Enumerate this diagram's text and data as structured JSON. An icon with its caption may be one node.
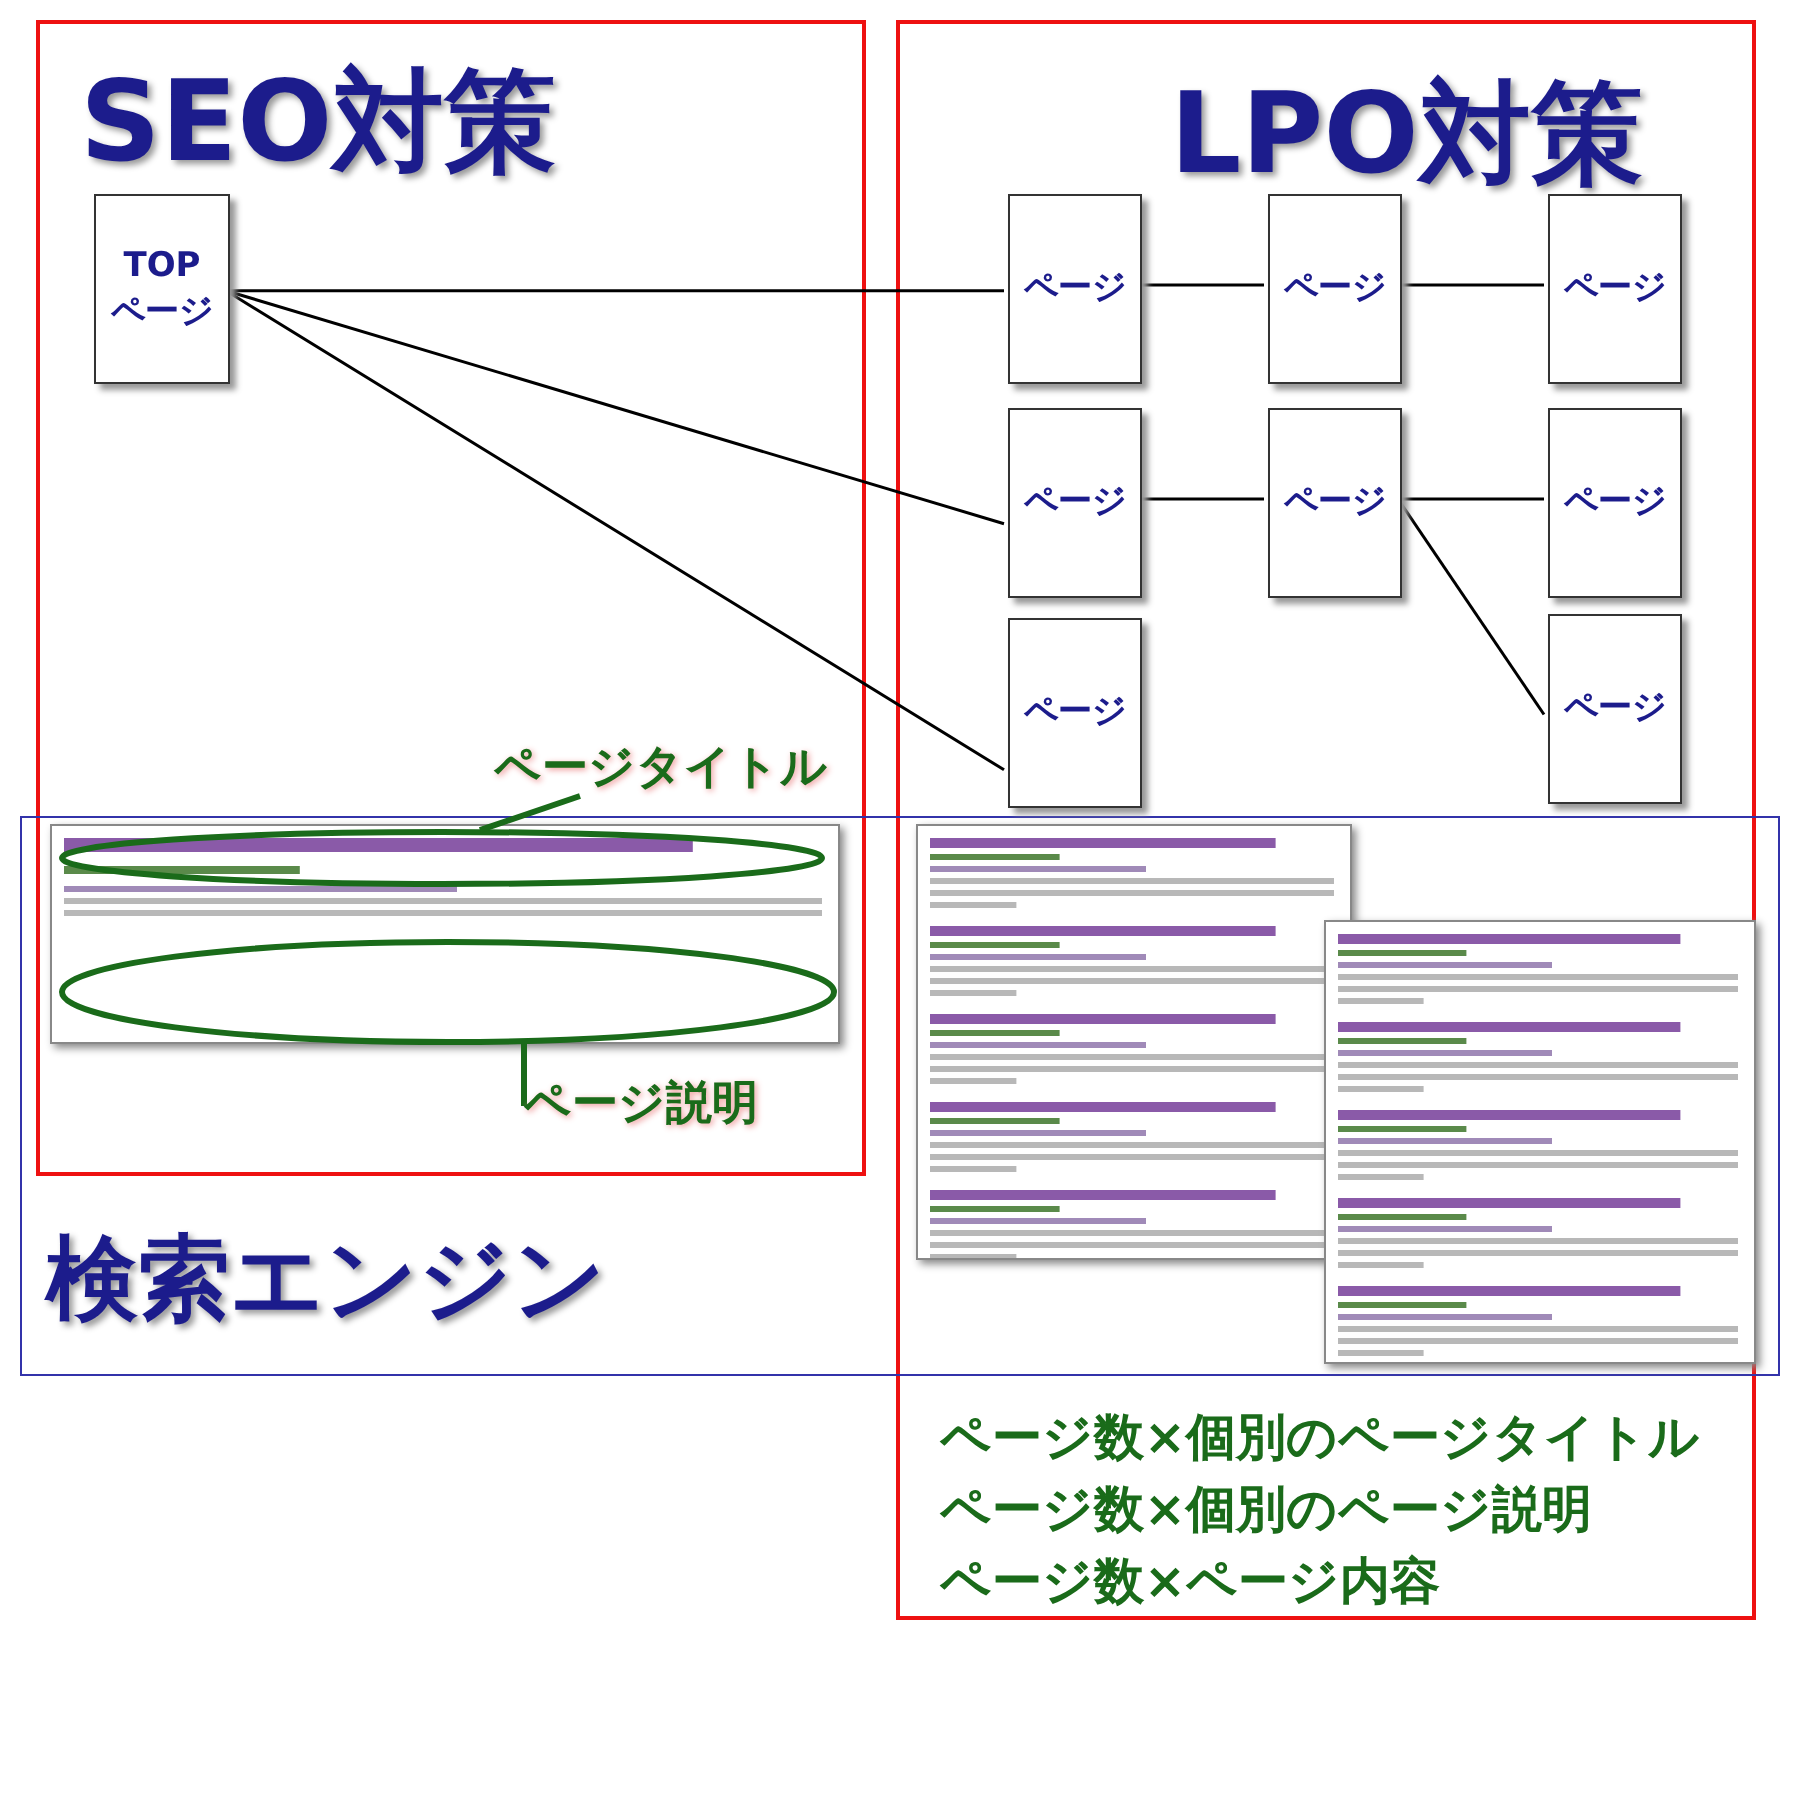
{
  "diagram": {
    "nodes": [
      {
        "text": [
          "SEO対策"
        ]
      },
      {
        "text": [
          "LPO対策",
          "ページ数×個別のページタイトル",
          "ページ数×個別のページ説明",
          "ページ数×ページ内容"
        ]
      },
      {
        "text": [
          "検索エンジン"
        ]
      },
      {
        "text": [
          "TOP ページ"
        ],
        "in": 0
      },
      {
        "text": [
          "ページ"
        ],
        "in": 1
      },
      {
        "text": [
          "ページ"
        ],
        "in": 1
      },
      {
        "text": [
          "ページ"
        ],
        "in": 1
      },
      {
        "text": [
          "ページ"
        ],
        "in": 1
      },
      {
        "text": [
          "ページ"
        ],
        "in": 1
      },
      {
        "text": [
          "ページ"
        ],
        "in": 1
      },
      {
        "text": [
          "ページ"
        ],
        "in": 1
      },
      {
        "text": [
          "ページ"
        ],
        "in": 1
      },
      {
        "text": [
          "ページタイトル"
        ],
        "in": 0
      },
      {
        "text": [
          "ページ説明"
        ]
      },
      {
        "text": [],
        "shape": "picture"
      },
      {
        "text": [],
        "shape": "ellipse",
        "in": 14
      },
      {
        "text": [],
        "shape": "ellipse",
        "in": 14
      },
      {
        "text": [],
        "shape": "picture"
      },
      {
        "text": [],
        "shape": "picture"
      }
    ],
    "edges": [
      {
        "from": 3,
        "to": 4,
        "arrow": "none"
      },
      {
        "from": 3,
        "to": 7,
        "arrow": "none"
      },
      {
        "from": 3,
        "to": 10,
        "arrow": "none"
      },
      {
        "from": 4,
        "to": 5,
        "arrow": "none"
      },
      {
        "from": 5,
        "to": 6,
        "arrow": "none"
      },
      {
        "from": 7,
        "to": 8,
        "arrow": "none"
      },
      {
        "from": 8,
        "to": 9,
        "arrow": "none"
      },
      {
        "from": 8,
        "to": 11,
        "arrow": "none"
      },
      {
        "from": 12,
        "to": 15,
        "arrow": "none",
        "style": "thick",
        "color": "#1a6b1a"
      },
      {
        "from": 13,
        "to": 16,
        "arrow": "none",
        "style": "thick",
        "color": "#1a6b1a"
      }
    ]
  }
}
